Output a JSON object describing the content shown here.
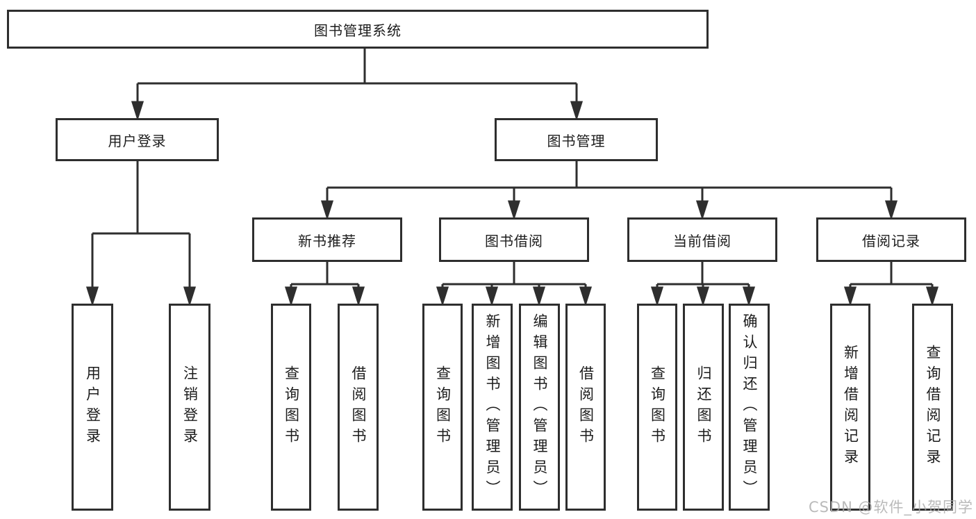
{
  "diagram": {
    "root": "图书管理系统",
    "level2": [
      "用户登录",
      "图书管理"
    ],
    "level3": [
      "新书推荐",
      "图书借阅",
      "当前借阅",
      "借阅记录"
    ],
    "leaves": {
      "user_login": [
        "用户登录",
        "注销登录"
      ],
      "new_book_recommend": [
        "查询图书",
        "借阅图书"
      ],
      "book_borrow": [
        "查询图书",
        "新增图书（管理员）",
        "编辑图书（管理员）",
        "借阅图书"
      ],
      "current_borrow": [
        "查询图书",
        "归还图书",
        "确认归还（管理员）"
      ],
      "borrow_record": [
        "新增借阅记录",
        "查询借阅记录"
      ]
    },
    "watermark": "CSDN @软件_小贺同学",
    "colors": {
      "line": "#2e2e2e",
      "border": "#2e2e2e",
      "text": "#1c1c1c",
      "background": "#ffffff",
      "watermark": "#aaaaaa"
    }
  }
}
